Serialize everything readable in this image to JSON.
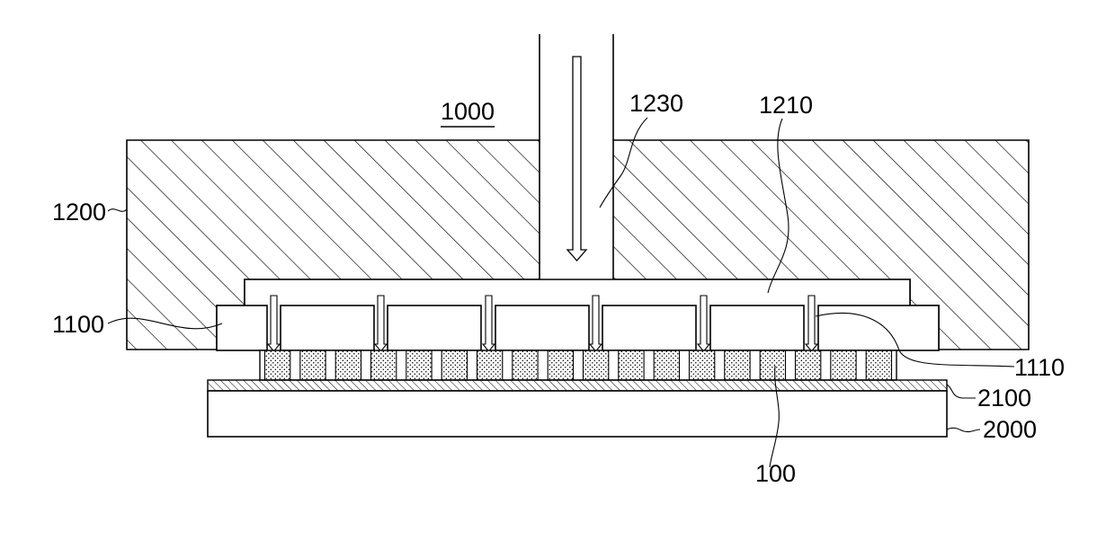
{
  "labels": {
    "assembly": "1000",
    "head_body": "1200",
    "flow_path": "1230",
    "chamber": "1210",
    "pressing_plate": "1100",
    "holes": "1110",
    "adhesive_layer": "2100",
    "substrate": "2000",
    "chips": "100"
  },
  "icons": [
    "arrow-down-icon"
  ]
}
